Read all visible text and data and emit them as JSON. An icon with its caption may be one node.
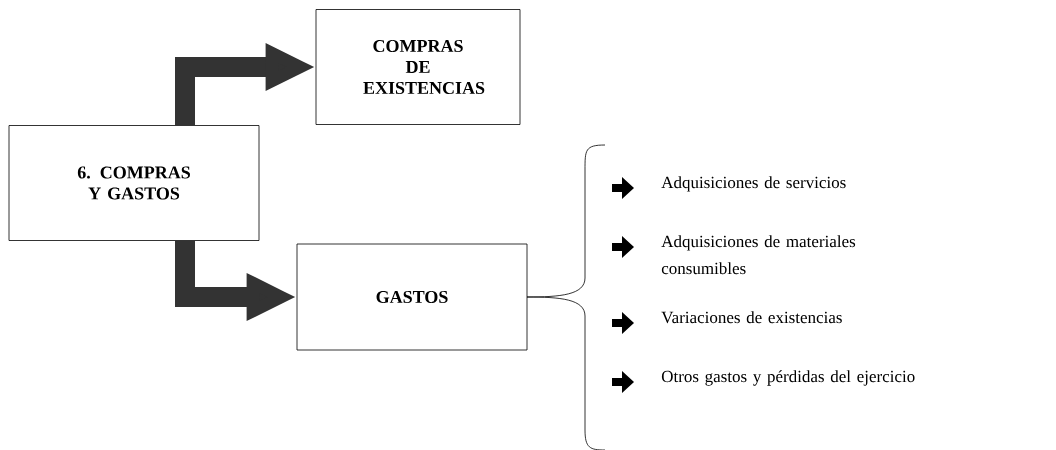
{
  "diagram": {
    "nodes": [
      {
        "text": [
          "6. COMPRAS Y GASTOS"
        ]
      },
      {
        "text": [
          "COMPRAS DE EXISTENCIAS"
        ]
      },
      {
        "text": [
          "GASTOS"
        ]
      }
    ],
    "edges": [
      {
        "from": 0,
        "to": 1,
        "arrow": "to"
      },
      {
        "from": 0,
        "to": 2,
        "arrow": "to"
      }
    ],
    "labels": [
      "Adquisiciones de servicios",
      "Adquisiciones de materiales consumibles",
      "Variaciones de existencias",
      "Otros gastos y pérdidas del ejercicio"
    ]
  }
}
